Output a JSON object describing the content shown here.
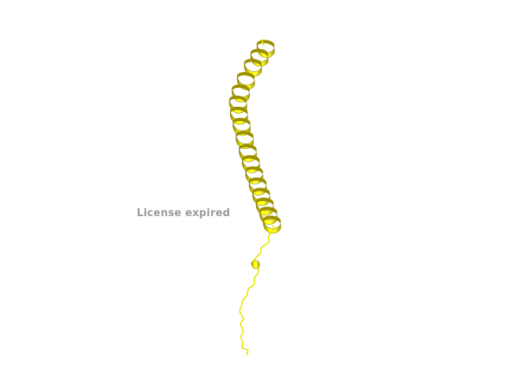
{
  "viewer": {
    "background_color": "#ffffff",
    "watermark_text": "License expired",
    "watermark_color": "#9a9a9a"
  },
  "structure": {
    "representation": "cartoon",
    "secondary_structure": [
      "alpha-helix",
      "coil",
      "short-helix-turn",
      "coil"
    ],
    "color": "#ffff00",
    "shade_color": "#b8a800"
  }
}
